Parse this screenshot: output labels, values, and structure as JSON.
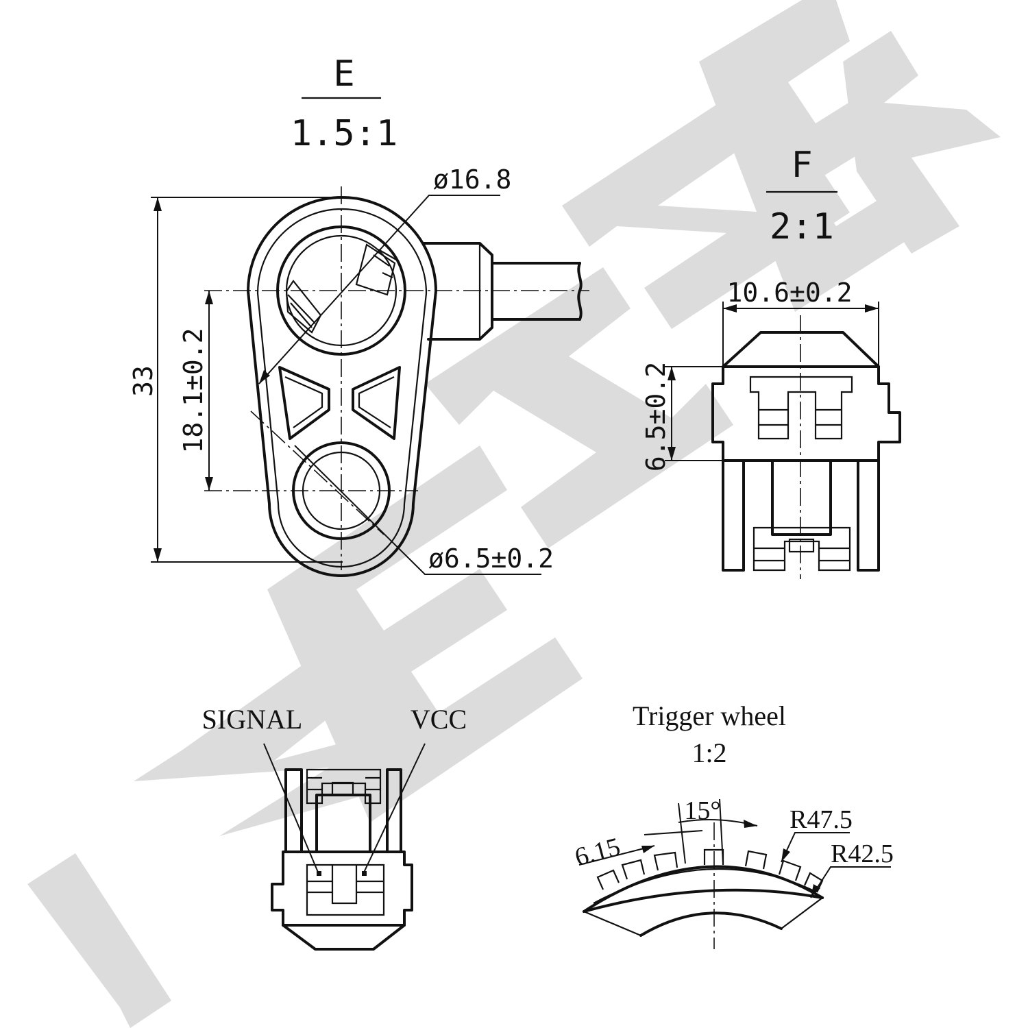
{
  "watermark": {
    "text": "ZENMEK",
    "color": "#dcdcdc"
  },
  "view_e": {
    "letter": "E",
    "scale": "1.5:1",
    "dia_large": "ø16.8",
    "dia_small": "ø6.5±0.2",
    "height": "33",
    "spacing": "18.1±0.2"
  },
  "view_f": {
    "letter": "F",
    "scale": "2:1",
    "width": "10.6±0.2",
    "height": "6.5±0.2"
  },
  "connector": {
    "signal_label": "SIGNAL",
    "vcc_label": "VCC"
  },
  "trigger": {
    "title": "Trigger wheel",
    "scale": "1:2",
    "angle": "15°",
    "tooth": "6.15",
    "outer_radius": "R47.5",
    "inner_radius": "R42.5"
  },
  "colors": {
    "line": "#111111",
    "background": "#ffffff"
  }
}
